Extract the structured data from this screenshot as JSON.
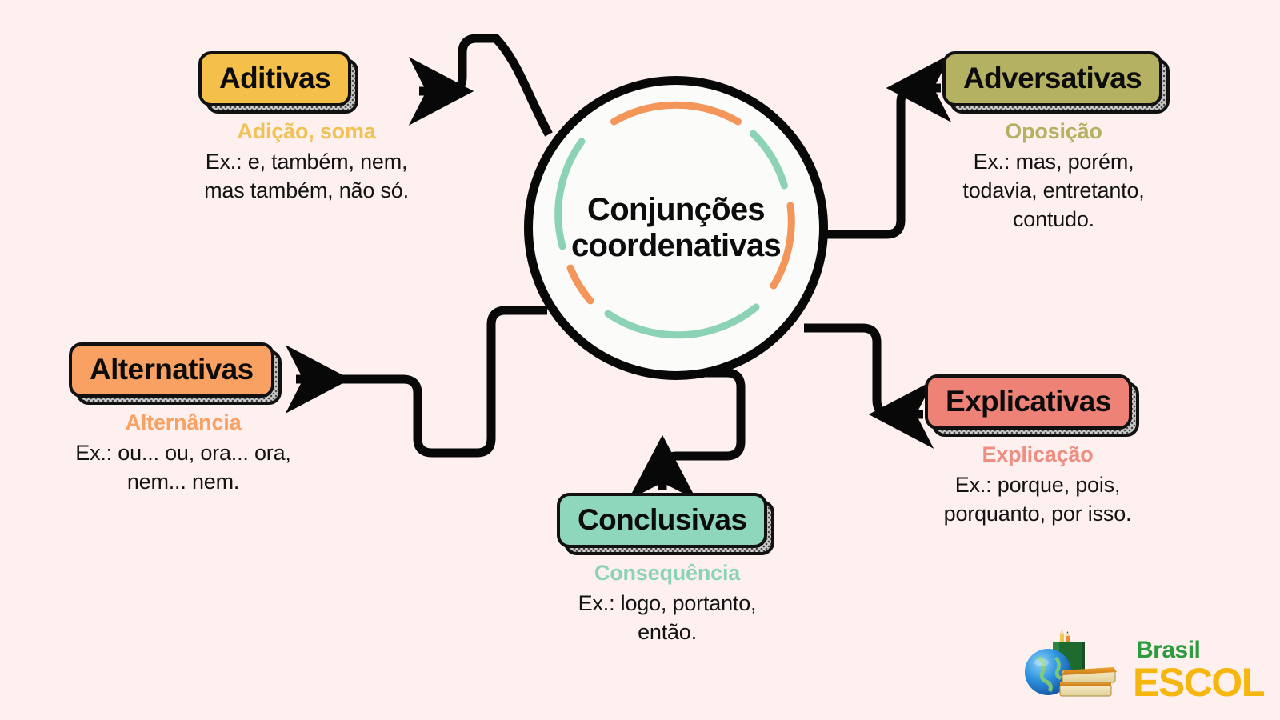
{
  "page": {
    "background_color": "#FDF0EE",
    "title": "Conjunções coordenativas"
  },
  "hub": {
    "line1": "Conjunções",
    "line2": "coordenativas",
    "ring_colors": [
      "#F4955A",
      "#8CD3B5"
    ],
    "fill": "#FBFBF9",
    "stroke": "#080808"
  },
  "nodes": [
    {
      "id": "aditivas",
      "label": "Aditivas",
      "subtitle": "Adição, soma",
      "examples": "Ex.: e, também, nem, mas também, não só.",
      "color": "#F5C04A",
      "subtitle_color": "#F0C255"
    },
    {
      "id": "adversativas",
      "label": "Adversativas",
      "subtitle": "Oposição",
      "examples": "Ex.: mas, porém, todavia, entretanto, contudo.",
      "color": "#B5B163",
      "subtitle_color": "#B5B163"
    },
    {
      "id": "alternativas",
      "label": "Alternativas",
      "subtitle": "Alternância",
      "examples": "Ex.: ou... ou, ora... ora, nem... nem.",
      "color": "#F9A063",
      "subtitle_color": "#F9A063"
    },
    {
      "id": "conclusivas",
      "label": "Conclusivas",
      "subtitle": "Consequência",
      "examples": "Ex.: logo, portanto, então.",
      "color": "#8FD7BC",
      "subtitle_color": "#8CD3B5"
    },
    {
      "id": "explicativas",
      "label": "Explicativas",
      "subtitle": "Explicação",
      "examples": "Ex.: porque, pois, porquanto, por isso.",
      "color": "#EE8277",
      "subtitle_color": "#EE8D81"
    }
  ],
  "connectors": [
    {
      "from": "hub",
      "to": "aditivas",
      "arrow": "left"
    },
    {
      "from": "hub",
      "to": "adversativas",
      "arrow": "right"
    },
    {
      "from": "hub",
      "to": "alternativas",
      "arrow": "left"
    },
    {
      "from": "hub",
      "to": "conclusivas",
      "arrow": "down"
    },
    {
      "from": "hub",
      "to": "explicativas",
      "arrow": "right"
    }
  ],
  "brand": {
    "name_top": "Brasil",
    "name_bottom": "ESCOLA",
    "top_color": "#2E9B3E",
    "bottom_color": "#F5B60D"
  }
}
